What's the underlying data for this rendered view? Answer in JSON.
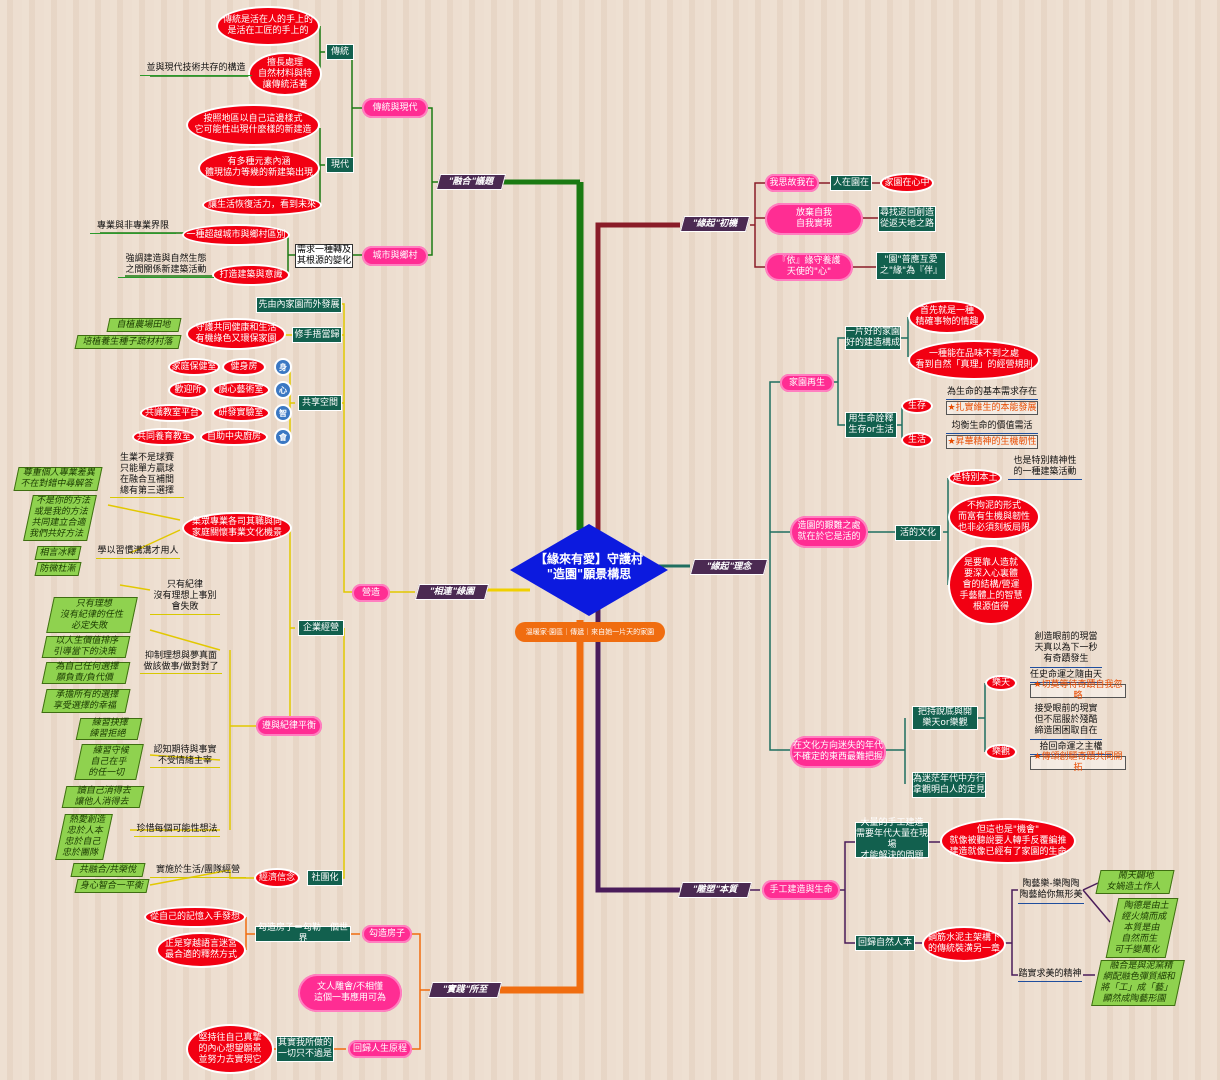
{
  "central": {
    "title": "【緣來有愛】守護村\n\"造園\"願景構思"
  },
  "subtitle": "溫暖家‧園區｜傳遞｜來自她一片天的家園",
  "branches": {
    "b1": "\"融合\"議題",
    "b2": "\"緣起\"初機",
    "b3": "\"緣起\"理念",
    "b4": "\"相連\"綠園",
    "b5": "\"雕塑\"本質",
    "b6": "\"實踐\"所至"
  },
  "nodes": {
    "chuantongxiandai": "傳統與現代",
    "chuantong": "傳統",
    "ct1": "傳統是活在人的手上的\n是活在工匠的手上的",
    "ct2": "擅長處理\n自然材料與特\n讓傳統活著",
    "ct_note": "並與現代技術共存的構造",
    "xiandai": "現代",
    "xd1": "按照地區以自己這邊樣式\n它可能性出現什麼樣的新建造",
    "xd2": "有多種元素內涵\n體現協力等幾的新建築出現",
    "xd3": "讓生活恢復活力，看到未來",
    "chengshi": "城市與鄉村",
    "cs_mid": "需求一種轉及\n其根源的變化",
    "cs1": "一種超越城市與鄉村區別",
    "cs1_note": "專業與非專業界限",
    "cs2": "打造建築與意識",
    "cs2_note": "強調建造與自然生態\n之間關係新建築活動",
    "woshi": "我思故我在",
    "renzai": "人在園在",
    "jiayuan": "家園在心中",
    "fangqi": "放棄自我\n自我實現",
    "fangqi_r": "尋找返回創造\n從返天地之路",
    "yishou": "『依』緣守養護\n天使的\"心\"",
    "yishou_r": "\"園\"普應互愛\n之\"緣\"為『伴』",
    "jiayuan2": "家園再生",
    "jy_a": "一片好的家園\n好的建造構成",
    "jy_a1": "首先就是一種\n精確事物的情趣",
    "jy_a2": "一種能在品味不到之處\n看到自然「真理」的經營規則",
    "jy_b": "用生命詮釋\n生存or生活",
    "shengcun": "生存",
    "sc1": "為生命的基本需求存在",
    "sc2": "★扎實維生的本能發展",
    "shenghuo": "生活",
    "sh1": "均衡生命的價值需活",
    "sh2": "★昇華精神的生機韌性",
    "zaoyuan": "造園的艱難之處\n就在於它是活的",
    "huowenhua": "活的文化",
    "tebie": "是特別本土",
    "tebie_r": "也是特別精神性\n的一種建築活動",
    "wenhua_b": "不拘泥的形式\n而富有生機與韌性\n也非必須刻板局限",
    "wenhua_c": "是要靠人造就\n要深入心裏體\n會的結構/營運\n手藝體上的智慧\n根源值得",
    "niandai": "在文化方向迷失的年代\n不確定的東西最難把握",
    "zhichi": "把持說底與開\n樂天or樂觀",
    "letian": "樂天",
    "lt1": "創造眼前的現當\n天真以為下一秒\n有奇蹟發生",
    "lt2": "任史命運之隨由天",
    "lt3": "★切莫等待奇蹟自我忽略",
    "leguan": "樂觀",
    "lg1": "接受眼前的現實\n但不屈服於殘酷\n締造困困取自在",
    "lg2": "拾回命運之主權",
    "lg3": "★傳頌創驅奇蹟共同開拓",
    "mixin": "為迷茫年代中方行\n拿觀明白人的定見",
    "kaifang": "先由內家園而外發展",
    "xiushou": "修手捂當歸",
    "shouhu": "守護共同健康和生活\n有機綠色又環保家園",
    "yunzai": "自植農場田地",
    "peiyu": "培植養生種子蔬材村落",
    "gongxiang": "共享空間",
    "sp1": "家庭保健室",
    "sp2": "健身房",
    "sp3": "歡迎所",
    "sp4": "讀心藝術室",
    "sp5": "共識教室平台",
    "sp6": "研發實驗室",
    "sp7": "共同養育教室",
    "sp8": "自助中央廚房",
    "ico1": "身",
    "ico2": "心",
    "ico3": "智",
    "ico4": "會",
    "yingzao": "營造",
    "jizhong": "集眾專業各司其職與向\n家庭關懷事業文化機景",
    "zq1": "尊重個人專業差異\n不在對錯中尋解答",
    "zq1r": "生業不是球賽\n只能單方贏球\n在融合互補間\n總有第三選擇",
    "zq2": "不是你的方法\n或是我的方法\n共同建立合適\n我們共好方法",
    "zq3": "相言冰釋",
    "zq4": "防微杜漸",
    "zq5": "學以習慣溝溝才用人",
    "qiye": "企業經營",
    "jilv": "遵與紀律平衡",
    "jl1": "只有紀律\n沒有理想上事別\n會失敗",
    "jl2": "只有理想\n沒有紀律的任性\n必定失敗",
    "jl3": "以人生價值排序\n引導當下的決策",
    "jl4": "為自己任何選擇\n願負責/負代價",
    "jl5": "承擔所有的選擇\n享受選擇的幸福",
    "jl_mid": "抑制理想與夢真面\n做該做事/做對對了",
    "jl6": "練習抉擇\n練習拒絕",
    "jl7": "練習守候\n自己在乎\n的任一切",
    "jl8": "讀自己消得去\n讓他人消得去",
    "jl_mid2": "認知期待與事實\n不受情緒主宰",
    "jl9": "熱愛創造\n忠於人本\n忠於自己\n忠於團隊",
    "zhenxi": "珍惜每個可能性想法",
    "shequ": "社團化",
    "jingji": "經濟信念",
    "shequ_mid": "實施於生活/團隊經營",
    "sq1": "共融合/共榮悅",
    "sq2": "身心智合一平衡",
    "shougong": "手工建造與生命",
    "dl1": "大量的手工建造\n需要年代大量在現場\n才能解決的問題",
    "dl1r": "但這也是\"機會\"\n就像被聽說要人轉手反覆編推\n建造就像已經有了家園的生命",
    "huigui": "回歸自然人本",
    "gangjin": "鋼筋水泥主架構下\n的傳統裝潢另一章",
    "gj1": "陶藝樂-樂陶陶\n陶藝給你無形美",
    "gj1r1": "鬧天闢地\n女媧造土作人",
    "gj1r2": "陶德是由土\n經火燒而成\n本質是由\n自然而生\n可千變萬化",
    "gj2": "踏實求美的精神",
    "gj2r": "融合是與泥窯精\n網配融色彈質細和\n將「工」成「藝」\n顯然成陶藝形園",
    "gouzao": "勾造房子",
    "gouzao_m": "勾造房子＝勾勒一個世界",
    "gz1": "從自己的記憶入手發想",
    "gz2": "正是穿越語言迷宮\n最合適的釋然方式",
    "wenren": "文人雕會/不相懂\n這個一事應用可為",
    "huigui2": "回歸人生原程",
    "qishi": "其實我所做的\n一切只不過是",
    "qs1": "堅持往自己真摯\n的內心想望願景\n並努力去實現它"
  }
}
